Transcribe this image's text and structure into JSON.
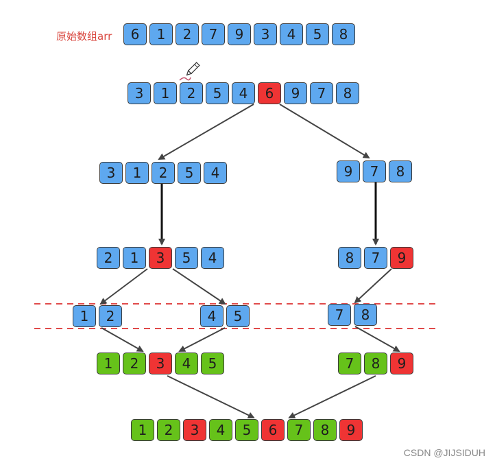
{
  "title": "原始数组arr",
  "watermark": "CSDN @JIJSIDUH",
  "colors": {
    "blue": "#5ea8ef",
    "red": "#ef3434",
    "green": "#66c21a",
    "dash": "#e04a4a",
    "arrow": "#444444"
  },
  "icons": {
    "cursor": "pencil-cursor-icon"
  },
  "rows": [
    {
      "id": "original",
      "cells": [
        {
          "v": "6",
          "c": "blue"
        },
        {
          "v": "1",
          "c": "blue"
        },
        {
          "v": "2",
          "c": "blue"
        },
        {
          "v": "7",
          "c": "blue"
        },
        {
          "v": "9",
          "c": "blue"
        },
        {
          "v": "3",
          "c": "blue"
        },
        {
          "v": "4",
          "c": "blue"
        },
        {
          "v": "5",
          "c": "blue"
        },
        {
          "v": "8",
          "c": "blue"
        }
      ]
    },
    {
      "id": "pivot-1",
      "cells": [
        {
          "v": "3",
          "c": "blue"
        },
        {
          "v": "1",
          "c": "blue"
        },
        {
          "v": "2",
          "c": "blue"
        },
        {
          "v": "5",
          "c": "blue"
        },
        {
          "v": "4",
          "c": "blue"
        },
        {
          "v": "6",
          "c": "red"
        },
        {
          "v": "9",
          "c": "blue"
        },
        {
          "v": "7",
          "c": "blue"
        },
        {
          "v": "8",
          "c": "blue"
        }
      ]
    },
    {
      "id": "left-1",
      "cells": [
        {
          "v": "3",
          "c": "blue"
        },
        {
          "v": "1",
          "c": "blue"
        },
        {
          "v": "2",
          "c": "blue"
        },
        {
          "v": "5",
          "c": "blue"
        },
        {
          "v": "4",
          "c": "blue"
        }
      ]
    },
    {
      "id": "right-1",
      "cells": [
        {
          "v": "9",
          "c": "blue"
        },
        {
          "v": "7",
          "c": "blue"
        },
        {
          "v": "8",
          "c": "blue"
        }
      ]
    },
    {
      "id": "left-2",
      "cells": [
        {
          "v": "2",
          "c": "blue"
        },
        {
          "v": "1",
          "c": "blue"
        },
        {
          "v": "3",
          "c": "red"
        },
        {
          "v": "5",
          "c": "blue"
        },
        {
          "v": "4",
          "c": "blue"
        }
      ]
    },
    {
      "id": "right-2",
      "cells": [
        {
          "v": "8",
          "c": "blue"
        },
        {
          "v": "7",
          "c": "blue"
        },
        {
          "v": "9",
          "c": "red"
        }
      ]
    },
    {
      "id": "leaf-a",
      "cells": [
        {
          "v": "1",
          "c": "blue"
        },
        {
          "v": "2",
          "c": "blue"
        }
      ]
    },
    {
      "id": "leaf-b",
      "cells": [
        {
          "v": "4",
          "c": "blue"
        },
        {
          "v": "5",
          "c": "blue"
        }
      ]
    },
    {
      "id": "leaf-c",
      "cells": [
        {
          "v": "7",
          "c": "blue"
        },
        {
          "v": "8",
          "c": "blue"
        }
      ]
    },
    {
      "id": "merged-left",
      "cells": [
        {
          "v": "1",
          "c": "green"
        },
        {
          "v": "2",
          "c": "green"
        },
        {
          "v": "3",
          "c": "red"
        },
        {
          "v": "4",
          "c": "green"
        },
        {
          "v": "5",
          "c": "green"
        }
      ]
    },
    {
      "id": "merged-right",
      "cells": [
        {
          "v": "7",
          "c": "green"
        },
        {
          "v": "8",
          "c": "green"
        },
        {
          "v": "9",
          "c": "red"
        }
      ]
    },
    {
      "id": "final",
      "cells": [
        {
          "v": "1",
          "c": "green"
        },
        {
          "v": "2",
          "c": "green"
        },
        {
          "v": "3",
          "c": "red"
        },
        {
          "v": "4",
          "c": "green"
        },
        {
          "v": "5",
          "c": "green"
        },
        {
          "v": "6",
          "c": "red"
        },
        {
          "v": "7",
          "c": "green"
        },
        {
          "v": "8",
          "c": "green"
        },
        {
          "v": "9",
          "c": "red"
        }
      ]
    }
  ]
}
